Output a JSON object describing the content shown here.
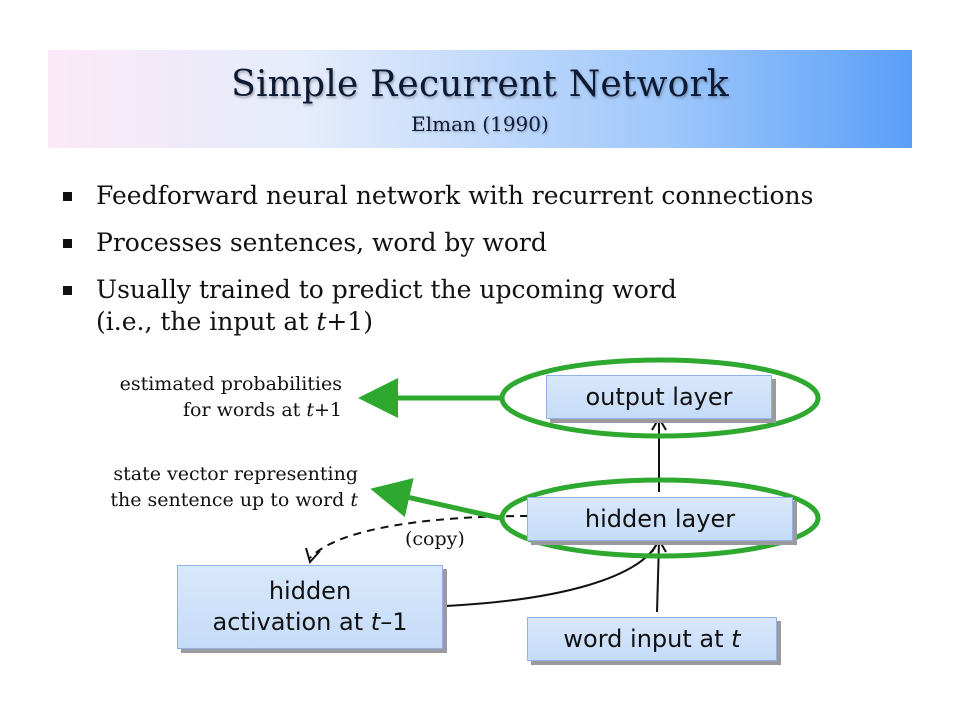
{
  "header": {
    "title": "Simple Recurrent Network",
    "subtitle": "Elman (1990)"
  },
  "bullets": [
    {
      "text": "Feedforward neural network with recurrent connections"
    },
    {
      "text": "Processes sentences, word by word"
    },
    {
      "text_line1": "Usually trained to predict the upcoming word",
      "text_line2_pre": "(i.e., the input at ",
      "text_line2_var": "t",
      "text_line2_post": "+1)"
    }
  ],
  "diagram": {
    "nodes": {
      "output": "output layer",
      "hidden": "hidden layer",
      "context_line1": "hidden",
      "context_line2_pre": "activation at ",
      "context_line2_var": "t",
      "context_line2_post": "–1",
      "input_pre": "word input at ",
      "input_var": "t"
    },
    "notes": {
      "output_line1": "estimated probabilities",
      "output_line2_pre": "for words at ",
      "output_line2_var": "t",
      "output_line2_post": "+1",
      "hidden_line1": "state vector representing",
      "hidden_line2_pre": "the sentence up to word ",
      "hidden_line2_var": "t"
    },
    "copy_label": "(copy)",
    "colors": {
      "highlight": "#2fa82f",
      "node_fill": "#cfe1f9",
      "title_gradient_end": "#5a9ff8"
    }
  }
}
